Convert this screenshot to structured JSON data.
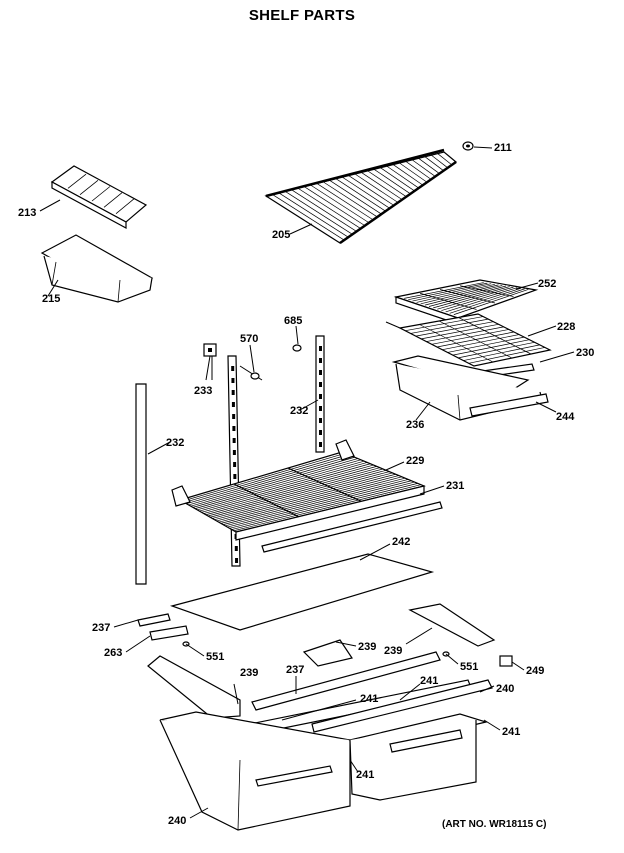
{
  "title": "SHELF PARTS",
  "art_number": "(ART NO. WR18115 C)",
  "callouts": {
    "c211": "211",
    "c205": "205",
    "c213": "213",
    "c215": "215",
    "c252": "252",
    "c228": "228",
    "c230": "230",
    "c244": "244",
    "c236": "236",
    "c685": "685",
    "c570": "570",
    "c233": "233",
    "c232a": "232",
    "c232b": "232",
    "c229": "229",
    "c231": "231",
    "c242": "242",
    "c237a": "237",
    "c263": "263",
    "c551a": "551",
    "c239a": "239",
    "c239b": "239",
    "c239c": "239",
    "c237b": "237",
    "c551b": "551",
    "c249": "249",
    "c241a": "241",
    "c241b": "241",
    "c240a": "240",
    "c241c": "241",
    "c241d": "241",
    "c240b": "240"
  }
}
